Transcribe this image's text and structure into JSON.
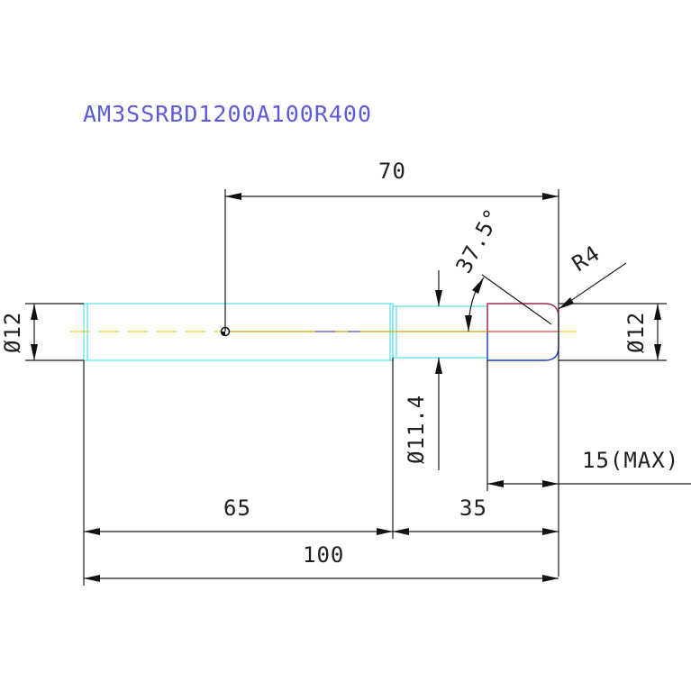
{
  "drawing": {
    "part_number": "AM3SSRBD1200A100R400",
    "dimensions": {
      "diameter_left": "Ø12",
      "diameter_right": "Ø12",
      "diameter_neck": "Ø11.4",
      "length_top": "70",
      "length_65": "65",
      "length_35": "35",
      "length_total": "100",
      "angle": "37.5°",
      "radius": "R4",
      "max_note": "15(MAX)"
    },
    "colors": {
      "title": "#5b5bd8",
      "outline": "#5fe3f0",
      "tip_outline": "#1f3fbf",
      "centerline": "#e6c200",
      "tip_line": "#e02020",
      "dimension": "#1a1a1a"
    }
  }
}
